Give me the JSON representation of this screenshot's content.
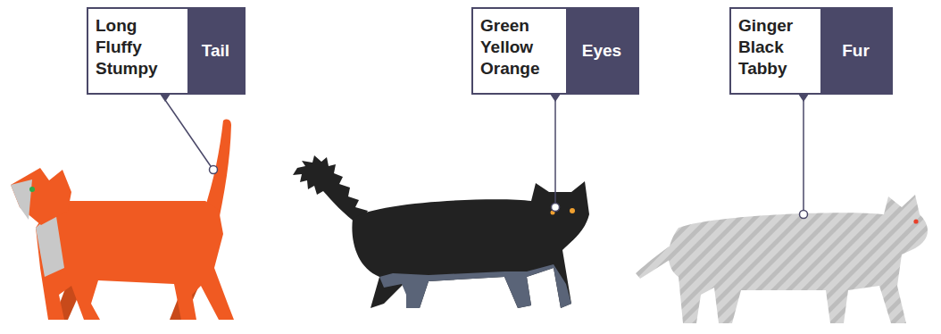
{
  "diagram": {
    "nodes": [
      {
        "text": [
          "Long Fluffy Stumpy",
          "Tail"
        ]
      },
      {
        "text": [
          "Green Yellow Orange",
          "Eyes"
        ]
      },
      {
        "text": [
          "Ginger Black Tabby",
          "Fur"
        ]
      }
    ]
  }
}
